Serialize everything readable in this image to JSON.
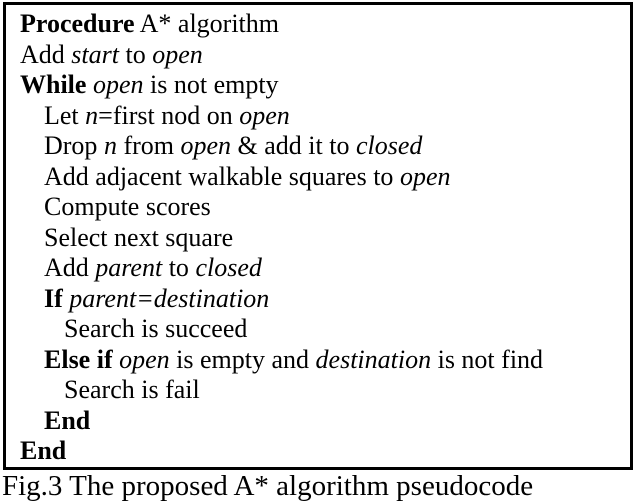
{
  "figure": {
    "caption": "Fig.3 The proposed A* algorithm pseudocode"
  },
  "colors": {
    "text": "#000000",
    "background": "#ffffff",
    "box_border": "#000000"
  },
  "pseudocode": {
    "lines": [
      {
        "indent": 0,
        "segments": [
          {
            "text": "Procedure",
            "style": "bold"
          },
          {
            "text": " A* algorithm",
            "style": "regular"
          }
        ]
      },
      {
        "indent": 0,
        "segments": [
          {
            "text": "Add ",
            "style": "regular"
          },
          {
            "text": "start",
            "style": "italic"
          },
          {
            "text": " to ",
            "style": "regular"
          },
          {
            "text": "open",
            "style": "italic"
          }
        ]
      },
      {
        "indent": 0,
        "segments": [
          {
            "text": "While",
            "style": "bold"
          },
          {
            "text": " ",
            "style": "regular"
          },
          {
            "text": "open",
            "style": "italic"
          },
          {
            "text": " is not empty",
            "style": "regular"
          }
        ]
      },
      {
        "indent": 1,
        "segments": [
          {
            "text": "Let ",
            "style": "regular"
          },
          {
            "text": "n",
            "style": "italic"
          },
          {
            "text": "=first nod on ",
            "style": "regular"
          },
          {
            "text": "open",
            "style": "italic"
          }
        ]
      },
      {
        "indent": 1,
        "segments": [
          {
            "text": "Drop ",
            "style": "regular"
          },
          {
            "text": "n",
            "style": "italic"
          },
          {
            "text": " from ",
            "style": "regular"
          },
          {
            "text": "open",
            "style": "italic"
          },
          {
            "text": " & add it to ",
            "style": "regular"
          },
          {
            "text": "closed",
            "style": "italic"
          }
        ]
      },
      {
        "indent": 1,
        "segments": [
          {
            "text": "Add adjacent walkable squares to ",
            "style": "regular"
          },
          {
            "text": "open",
            "style": "italic"
          }
        ]
      },
      {
        "indent": 1,
        "segments": [
          {
            "text": "Compute scores",
            "style": "regular"
          }
        ]
      },
      {
        "indent": 1,
        "segments": [
          {
            "text": "Select next square",
            "style": "regular"
          }
        ]
      },
      {
        "indent": 1,
        "segments": [
          {
            "text": "Add ",
            "style": "regular"
          },
          {
            "text": "parent",
            "style": "italic"
          },
          {
            "text": " to ",
            "style": "regular"
          },
          {
            "text": "closed",
            "style": "italic"
          }
        ]
      },
      {
        "indent": 1,
        "segments": [
          {
            "text": "If",
            "style": "bold"
          },
          {
            "text": " ",
            "style": "regular"
          },
          {
            "text": "parent=destination",
            "style": "italic"
          }
        ]
      },
      {
        "indent": 2,
        "segments": [
          {
            "text": "Search is succeed",
            "style": "regular"
          }
        ]
      },
      {
        "indent": 1,
        "segments": [
          {
            "text": "Else if",
            "style": "bold"
          },
          {
            "text": " ",
            "style": "regular"
          },
          {
            "text": "open",
            "style": "italic"
          },
          {
            "text": " is empty and ",
            "style": "regular"
          },
          {
            "text": "destination",
            "style": "italic"
          },
          {
            "text": " is not find",
            "style": "regular"
          }
        ]
      },
      {
        "indent": 2,
        "segments": [
          {
            "text": "Search is fail",
            "style": "regular"
          }
        ]
      },
      {
        "indent": 1,
        "segments": [
          {
            "text": "End",
            "style": "bold"
          }
        ]
      },
      {
        "indent": 0,
        "segments": [
          {
            "text": "End",
            "style": "bold"
          }
        ]
      }
    ]
  }
}
